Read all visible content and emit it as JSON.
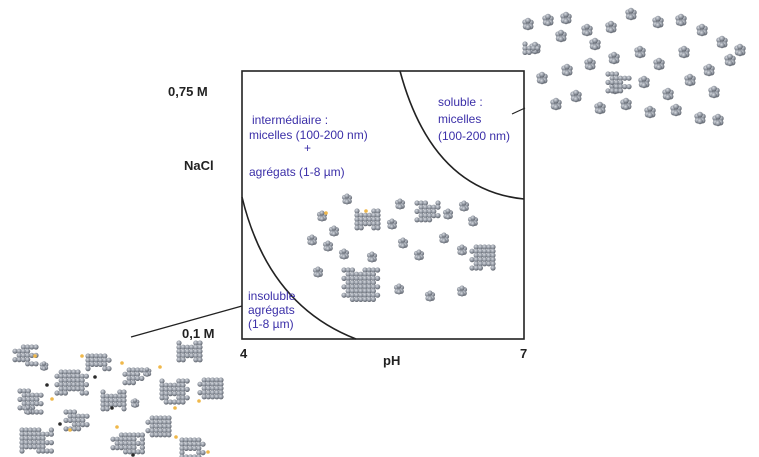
{
  "axes": {
    "y_top": "0,75 M",
    "y_mid": "NaCl",
    "y_bottom": "0,1 M",
    "x_left": "4",
    "x_mid": "pH",
    "x_right": "7"
  },
  "regions": {
    "soluble": [
      "soluble :",
      "micelles",
      "(100-200 nm)"
    ],
    "intermediate": [
      "intermédiaire :",
      "micelles (100-200 nm)",
      "+",
      "agrégats (1-8 µm)"
    ],
    "insoluble": [
      "insoluble",
      "agrégats",
      "(1-8 µm)"
    ]
  },
  "colors": {
    "region_text": "#3b2fa8",
    "axis_text": "#222222",
    "frame": "#222222",
    "particle": "#8e949e",
    "particle_highlight": "#c9ccd2",
    "particle_dark": "#5c616a",
    "accent_dot": "#f0b84a"
  }
}
